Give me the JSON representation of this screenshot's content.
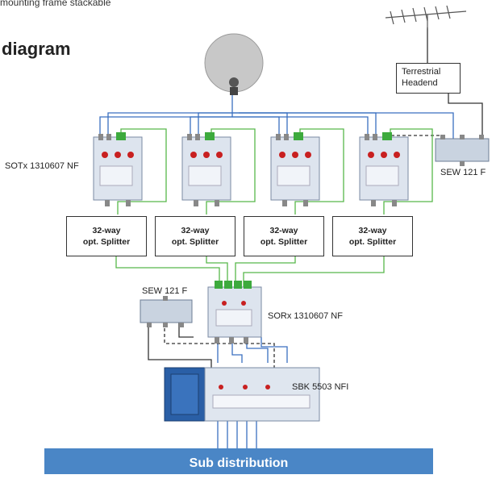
{
  "header": {
    "cropped_text": "mounting frame stackable",
    "title": "diagram"
  },
  "labels": {
    "terrestrial_headend": [
      "Terrestrial",
      "Headend"
    ],
    "sotx": "SOTx 1310607 NF",
    "sew_top": "SEW 121 F",
    "sew_mid": "SEW 121 F",
    "sorx": "SORx 1310607 NF",
    "sbk": "SBK 5503 NFI",
    "sub_distribution": "Sub distribution"
  },
  "splitters": [
    {
      "line1": "32-way",
      "line2": "opt. Splitter"
    },
    {
      "line1": "32-way",
      "line2": "opt. Splitter"
    },
    {
      "line1": "32-way",
      "line2": "opt. Splitter"
    },
    {
      "line1": "32-way",
      "line2": "opt. Splitter"
    }
  ],
  "colors": {
    "optical_green": "#58b84a",
    "coax_blue": "#3a6fc0",
    "coax_dark": "#333333",
    "sub_bar": "#4a86c6"
  }
}
